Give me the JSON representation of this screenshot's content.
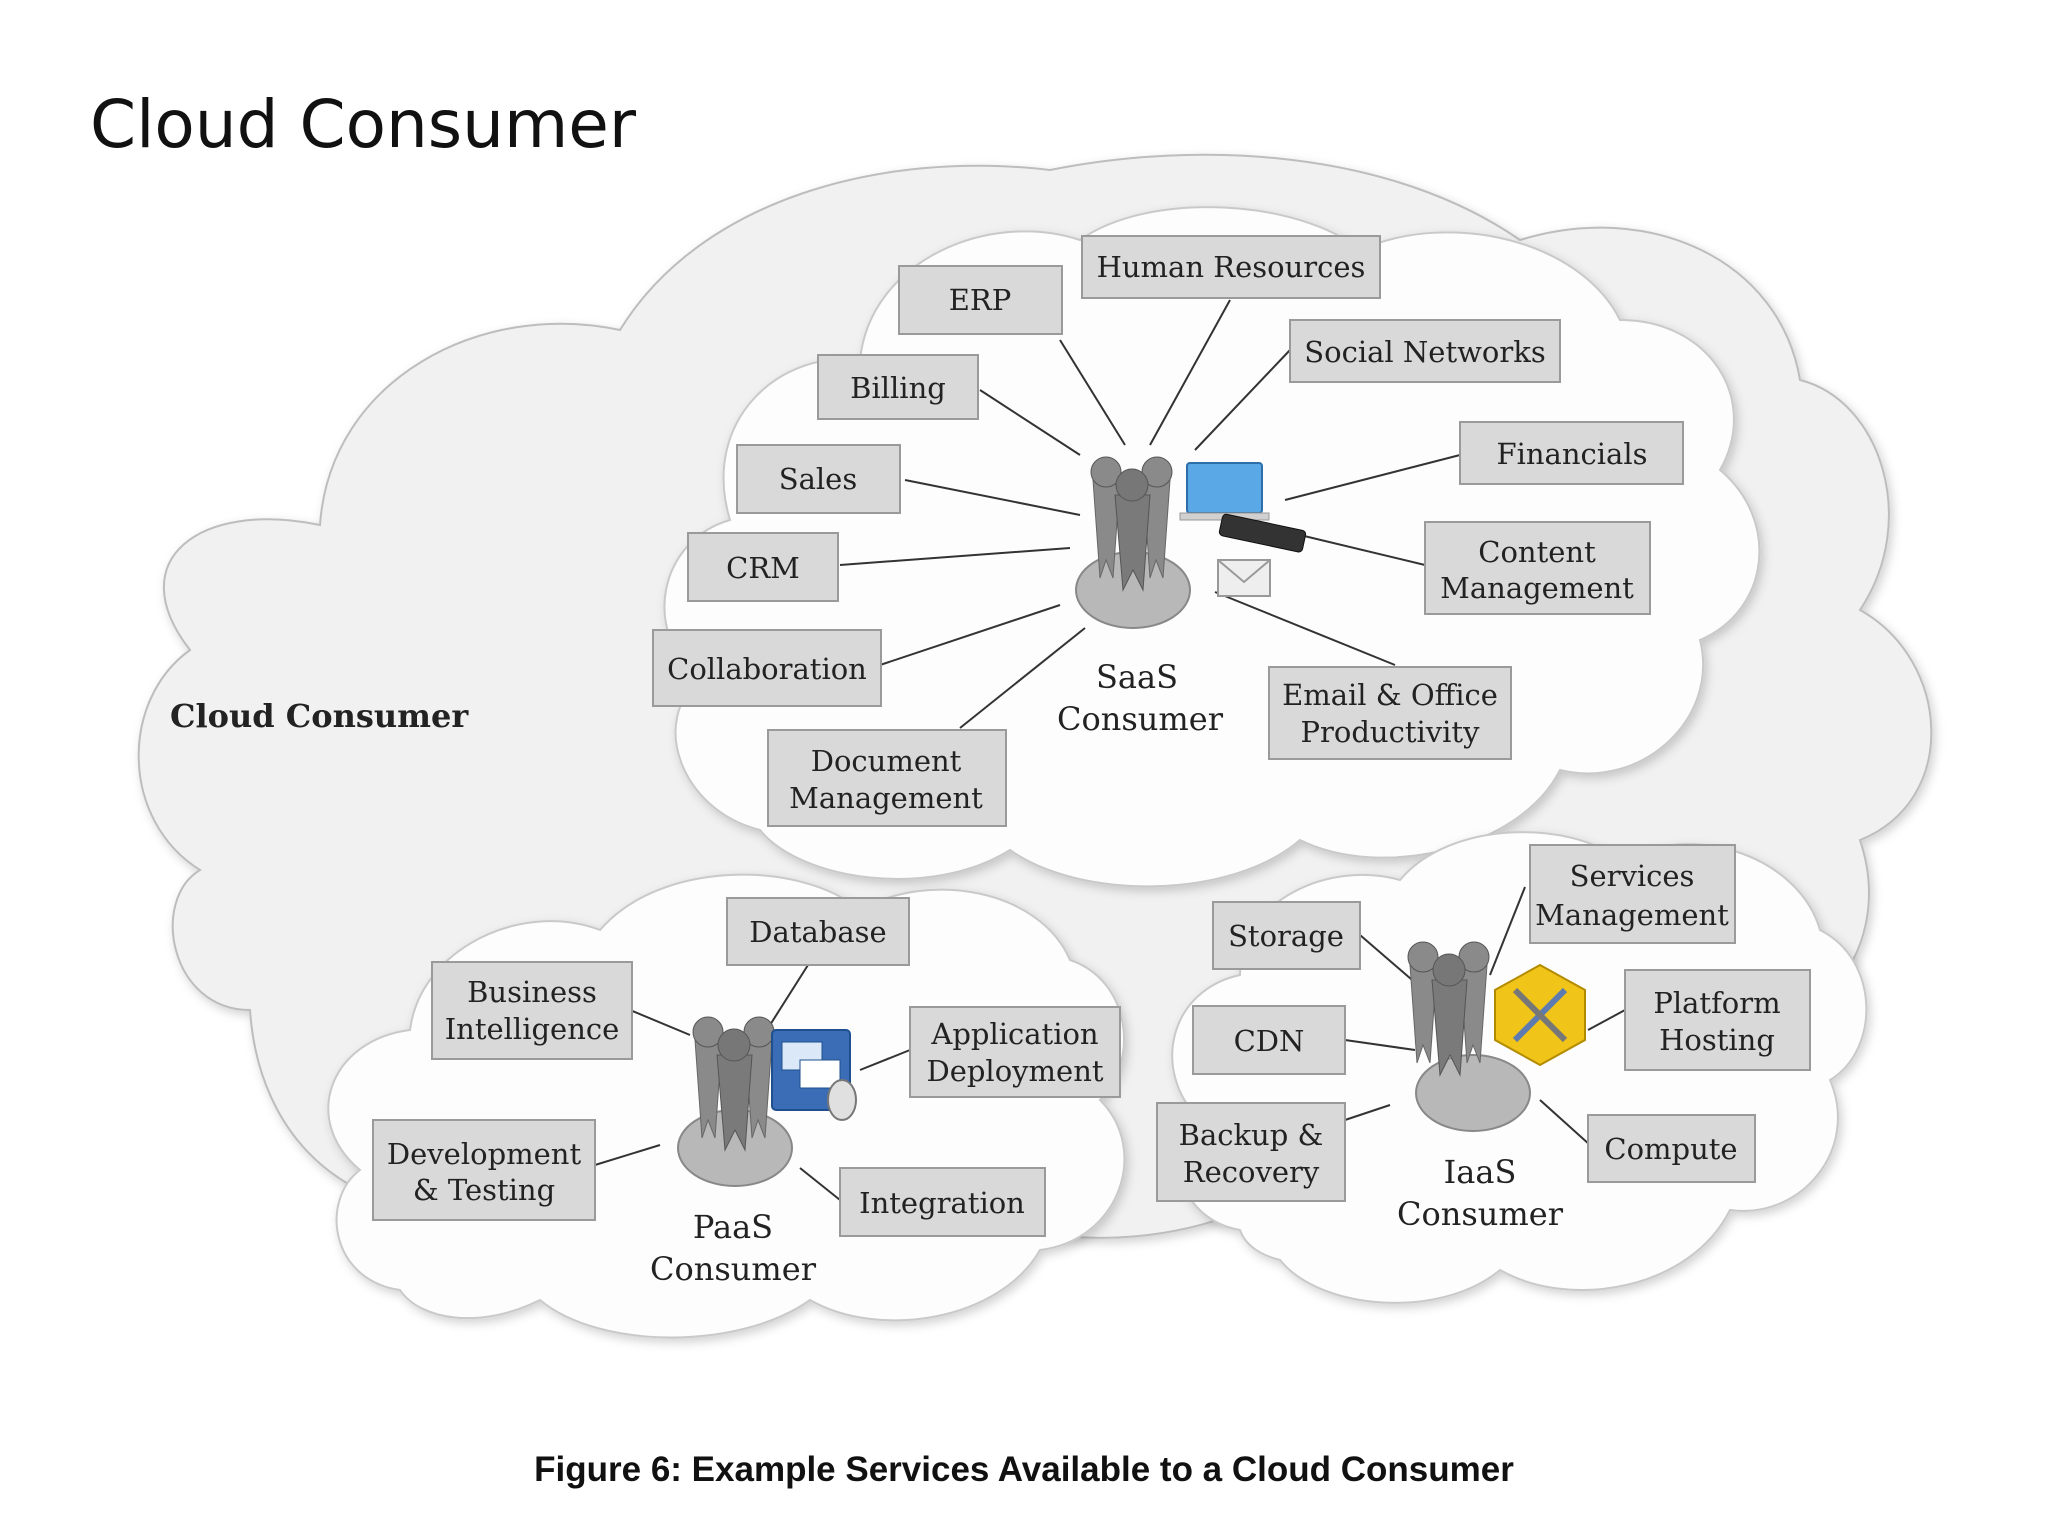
{
  "slide": {
    "title": "Cloud Consumer",
    "caption": "Figure 6: Example Services Available to a Cloud Consumer"
  },
  "outer_cloud": {
    "label": "Cloud Consumer"
  },
  "saas": {
    "label_line1": "SaaS",
    "label_line2": "Consumer",
    "services": [
      {
        "lines": [
          "Human Resources"
        ]
      },
      {
        "lines": [
          "ERP"
        ]
      },
      {
        "lines": [
          "Social Networks"
        ]
      },
      {
        "lines": [
          "Billing"
        ]
      },
      {
        "lines": [
          "Financials"
        ]
      },
      {
        "lines": [
          "Sales"
        ]
      },
      {
        "lines": [
          "CRM"
        ]
      },
      {
        "lines": [
          "Content",
          "Management"
        ]
      },
      {
        "lines": [
          "Collaboration"
        ]
      },
      {
        "lines": [
          "Email & Office",
          "Productivity"
        ]
      },
      {
        "lines": [
          "Document",
          "Management"
        ]
      }
    ]
  },
  "paas": {
    "label_line1": "PaaS",
    "label_line2": "Consumer",
    "services": [
      {
        "lines": [
          "Database"
        ]
      },
      {
        "lines": [
          "Business",
          "Intelligence"
        ]
      },
      {
        "lines": [
          "Application",
          "Deployment"
        ]
      },
      {
        "lines": [
          "Development",
          "& Testing"
        ]
      },
      {
        "lines": [
          "Integration"
        ]
      }
    ]
  },
  "iaas": {
    "label_line1": "IaaS",
    "label_line2": "Consumer",
    "services": [
      {
        "lines": [
          "Services",
          "Management"
        ]
      },
      {
        "lines": [
          "Storage"
        ]
      },
      {
        "lines": [
          "Platform",
          "Hosting"
        ]
      },
      {
        "lines": [
          "CDN"
        ]
      },
      {
        "lines": [
          "Backup &",
          "Recovery"
        ]
      },
      {
        "lines": [
          "Compute"
        ]
      }
    ]
  },
  "colors": {
    "outer_cloud_fill": "#f1f1f1",
    "inner_cloud_fill": "#fdfdfd",
    "box_fill": "#d9d9d9",
    "people_icon": "#8a8a8a",
    "platform_badge": "#f0c419",
    "app_window": "#3a6db5"
  }
}
